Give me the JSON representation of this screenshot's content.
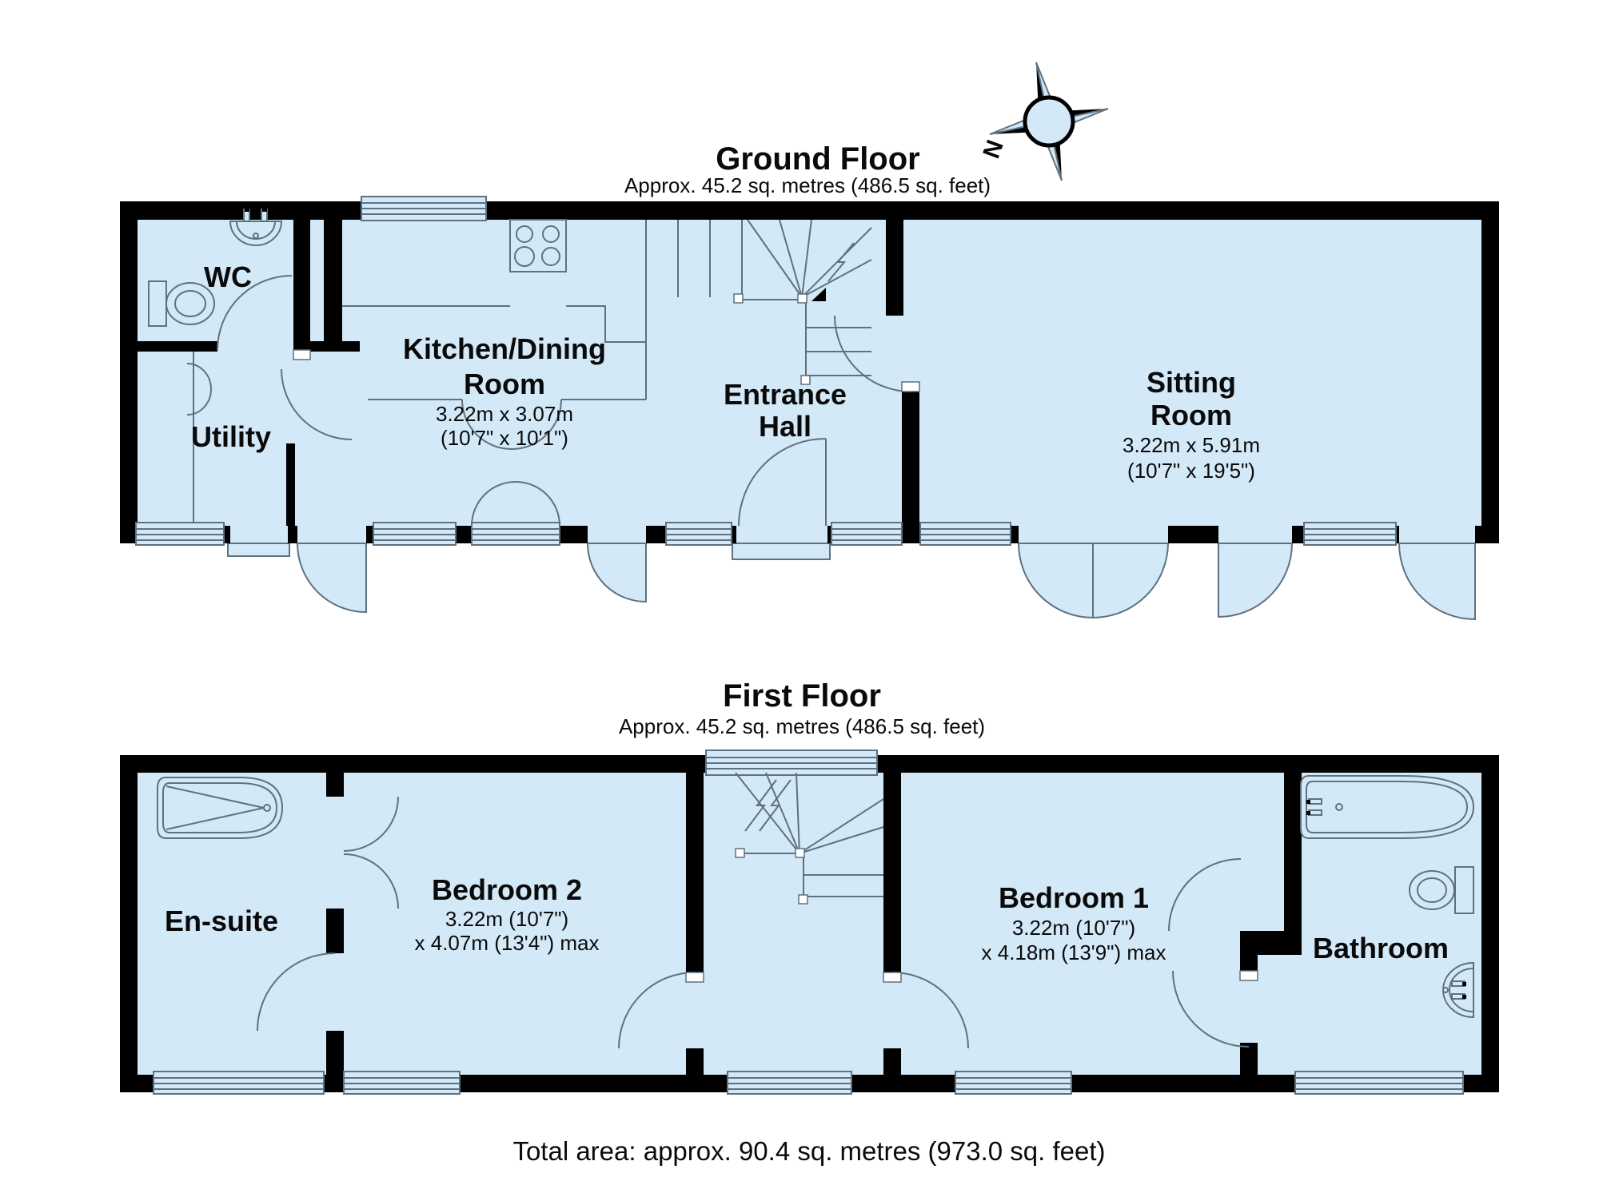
{
  "ground_floor": {
    "title": "Ground Floor",
    "subtitle": "Approx. 45.2 sq. metres (486.5 sq. feet)",
    "rooms": {
      "wc": {
        "name": "WC"
      },
      "utility": {
        "name": "Utility"
      },
      "kitchen_dining": {
        "name_line1": "Kitchen/Dining",
        "name_line2": "Room",
        "dim_metric": "3.22m x 3.07m",
        "dim_imperial": "(10'7\" x 10'1\")"
      },
      "entrance_hall": {
        "name_line1": "Entrance",
        "name_line2": "Hall"
      },
      "sitting_room": {
        "name_line1": "Sitting",
        "name_line2": "Room",
        "dim_metric": "3.22m x 5.91m",
        "dim_imperial": "(10'7\" x 19'5\")"
      }
    }
  },
  "first_floor": {
    "title": "First Floor",
    "subtitle": "Approx. 45.2 sq. metres (486.5 sq. feet)",
    "rooms": {
      "en_suite": {
        "name": "En-suite"
      },
      "bedroom2": {
        "name": "Bedroom 2",
        "dim_line1": "3.22m (10'7\")",
        "dim_line2": "x 4.07m (13'4\") max"
      },
      "bedroom1": {
        "name": "Bedroom 1",
        "dim_line1": "3.22m (10'7\")",
        "dim_line2": "x 4.18m (13'9\") max"
      },
      "bathroom": {
        "name": "Bathroom"
      }
    }
  },
  "compass": {
    "north_label": "N"
  },
  "footer": {
    "total_area": "Total area: approx. 90.4 sq. metres (973.0 sq. feet)"
  },
  "colors": {
    "floor_fill": "#d4e9f8",
    "wall": "#000000",
    "detail_line": "#5e7180",
    "background": "#ffffff"
  }
}
